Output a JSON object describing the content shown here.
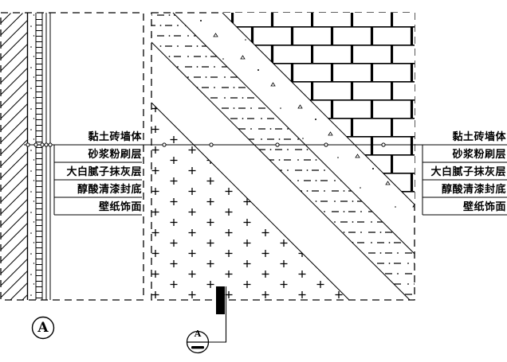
{
  "drawing": {
    "layer_labels_left": [
      "黏土砖墙体",
      "砂浆粉刷层",
      "大白腻子抹灰层",
      "醇酸清漆封底",
      "壁纸饰面"
    ],
    "layer_labels_right": [
      "黏土砖墙体",
      "砂浆粉刷层",
      "大白腻子抹灰层",
      "醇酸清漆封底",
      "壁纸饰面"
    ],
    "section_marker_label": "A",
    "detail_marker": {
      "top_label": "A",
      "bottom_label": "—"
    },
    "colors": {
      "line": "#000000",
      "background": "#ffffff"
    }
  }
}
